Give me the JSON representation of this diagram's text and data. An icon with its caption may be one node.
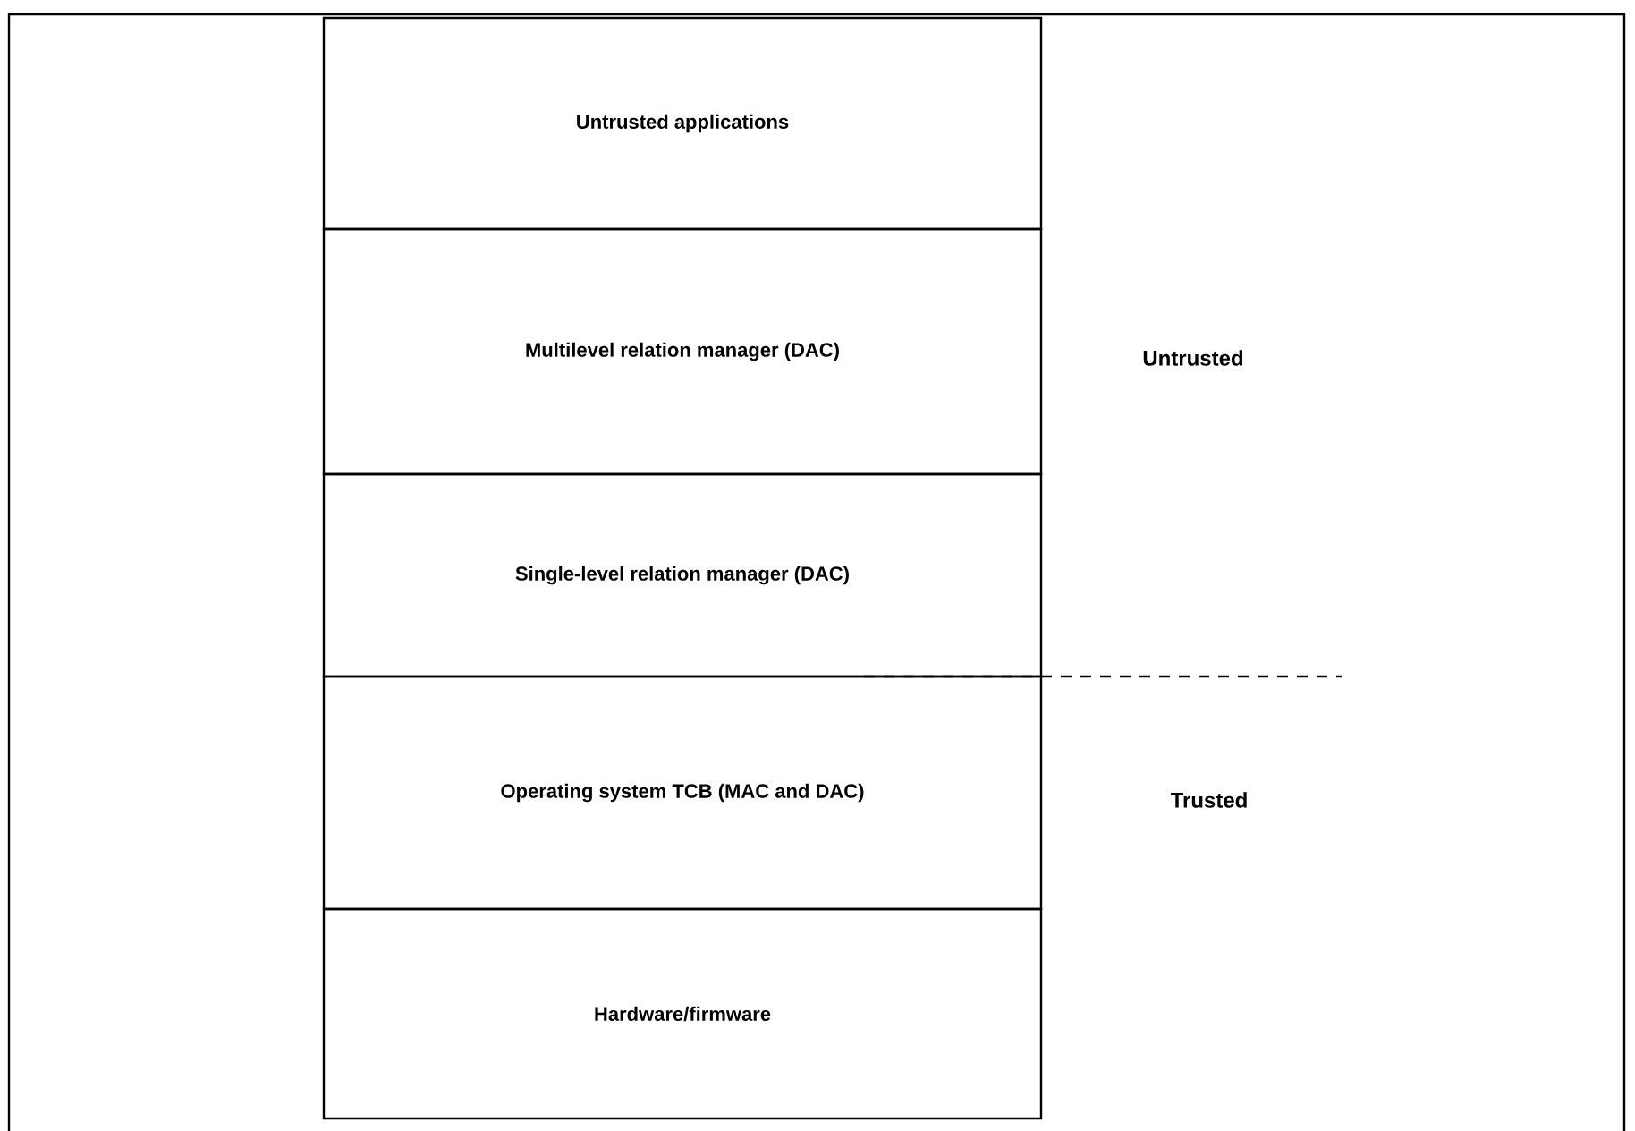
{
  "diagram": {
    "nodes": [
      {
        "text": [
          "Untrusted applications"
        ]
      },
      {
        "text": [
          "Multilevel relation manager (DAC)"
        ]
      },
      {
        "text": [
          "Single-level relation manager (DAC)"
        ]
      },
      {
        "text": [
          "Operating system TCB (MAC and DAC)"
        ]
      },
      {
        "text": [
          "Hardware/firmware"
        ]
      }
    ],
    "labels": [
      "Untrusted",
      "Trusted"
    ]
  }
}
